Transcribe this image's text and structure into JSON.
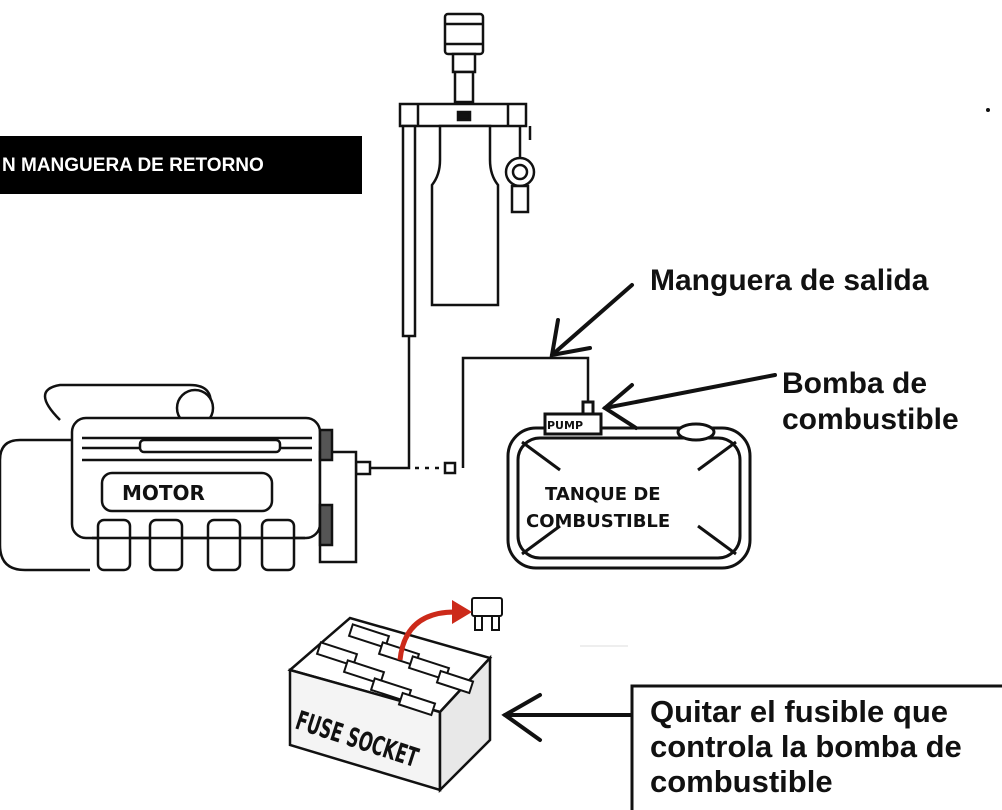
{
  "banner": {
    "text": "N MANGUERA DE RETORNO"
  },
  "labels": {
    "outlet_hose": "Manguera de salida",
    "fuel_pump_line1": "Bomba de",
    "fuel_pump_line2": "combustible",
    "engine": "MOTOR",
    "tank_line1": "TANQUE DE",
    "tank_line2": "COMBUSTIBLE",
    "pump_tag": "PUMP",
    "fuse_socket": "FUSE SOCKET",
    "instruction_line1": "Quitar el fusible que",
    "instruction_line2": "controla la bomba de",
    "instruction_line3": "combustible"
  },
  "colors": {
    "arrow_fuse": "#cc2a1a",
    "ink": "#111111",
    "banner_bg": "#000000"
  }
}
